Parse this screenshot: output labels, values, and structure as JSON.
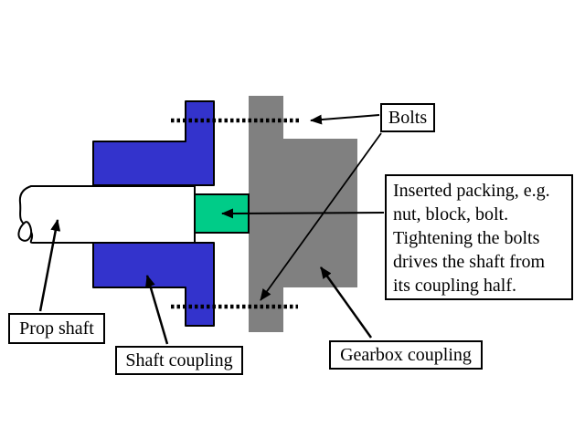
{
  "labels": {
    "bolts": "Bolts",
    "prop_shaft": "Prop shaft",
    "shaft_coupling": "Shaft coupling",
    "gearbox_coupling": "Gearbox coupling",
    "packing_note": "Inserted packing, e.g.\nnut, block, bolt.\nTightening the bolts\ndrives the shaft from\nits coupling half."
  },
  "colors": {
    "shaft_coupling_blue": "#3333CC",
    "packing_green": "#00CC88",
    "gearbox_gray": "#808080",
    "shaft_white": "#FFFFFF",
    "outline_black": "#000000",
    "background": "#FFFFFF"
  }
}
